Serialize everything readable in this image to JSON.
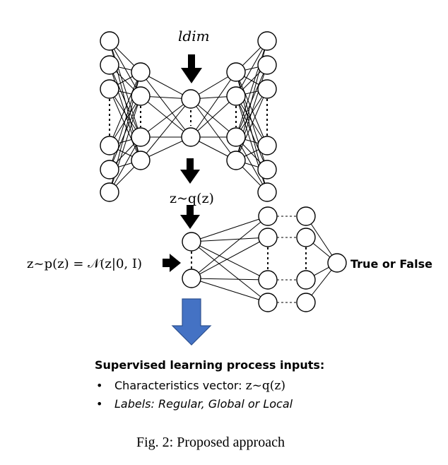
{
  "labels": {
    "ldim": "ldim",
    "z_q": "z~q(z)",
    "z_p": "z~p(z) = 𝒩(z|0, I)",
    "output": "True or False"
  },
  "inputs_block": {
    "heading": "Supervised learning process inputs:",
    "items": [
      {
        "bullet": "•",
        "prefix": "Characteristics vector: ",
        "math": "z~q(z)"
      },
      {
        "bullet": "•",
        "prefix": "Labels: Regular, Global or Local",
        "math": ""
      }
    ]
  },
  "caption": "Fig. 2: Proposed approach",
  "colors": {
    "arrow_blue": "#4472c4",
    "arrow_blue_edge": "#2f528f",
    "line": "#000000"
  }
}
